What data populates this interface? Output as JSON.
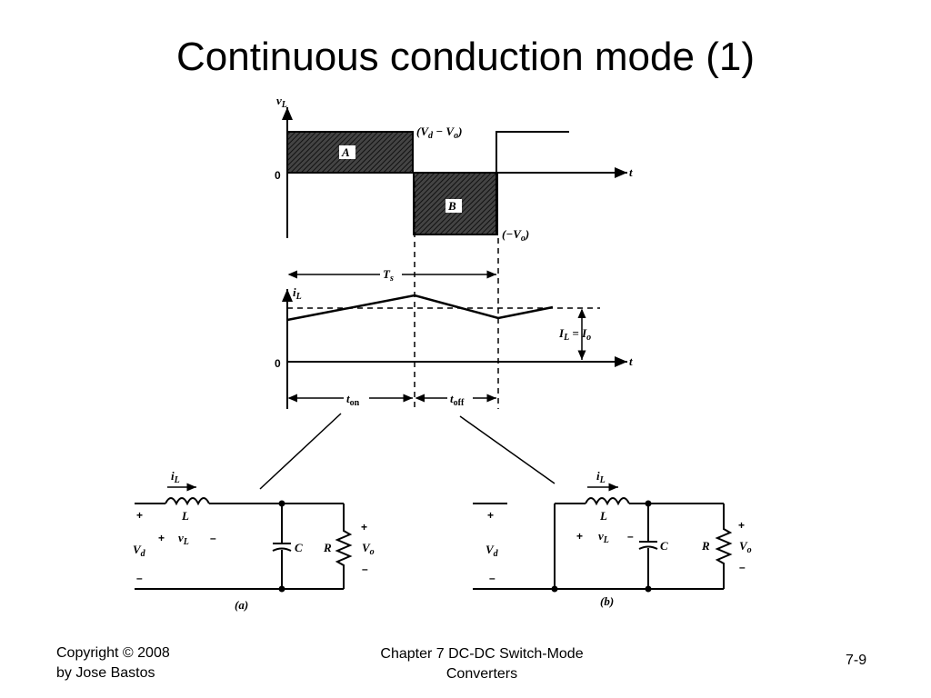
{
  "slide": {
    "title": "Continuous conduction mode (1)",
    "footer_left_line1": "Copyright © 2008",
    "footer_left_line2": "by Jose Bastos",
    "footer_center_line1": "Chapter 7 DC-DC Switch-Mode",
    "footer_center_line2": "Converters",
    "page_number": "7-9"
  },
  "diagram": {
    "vl_axis": "v",
    "vl_axis_sub": "L",
    "zero_top": "0",
    "t_top": "t",
    "area_a": "A",
    "area_b": "B",
    "vd_minus_vo": "(V",
    "vd_minus_vo_sub1": "d",
    "vd_minus_vo_mid": " − V",
    "vd_minus_vo_sub2": "o",
    "vd_minus_vo_end": ")",
    "minus_vo": "(−V",
    "minus_vo_sub": "o",
    "minus_vo_end": ")",
    "ts": "T",
    "ts_sub": "s",
    "il_axis": "i",
    "il_axis_sub": "L",
    "zero_bottom": "0",
    "t_bottom": "t",
    "il_eq": "I",
    "il_eq_sub1": "L",
    "il_eq_mid": " = I",
    "il_eq_sub2": "o",
    "ton": "t",
    "ton_sub": "on",
    "toff": "t",
    "toff_sub": "off",
    "circuit_a": {
      "il": "i",
      "il_sub": "L",
      "inductor": "L",
      "plus_left": "+",
      "vd": "V",
      "vd_sub": "d",
      "minus_left": "–",
      "vl_plus": "+",
      "vl": "v",
      "vl_sub": "L",
      "vl_minus": "–",
      "cap": "C",
      "res": "R",
      "vo_plus": "+",
      "vo": "V",
      "vo_sub": "o",
      "vo_minus": "–",
      "caption": "(a)"
    },
    "circuit_b": {
      "il": "i",
      "il_sub": "L",
      "inductor": "L",
      "plus_left": "+",
      "vd": "V",
      "vd_sub": "d",
      "minus_left": "–",
      "vl_plus": "+",
      "vl": "v",
      "vl_sub": "L",
      "vl_minus": "–",
      "cap": "C",
      "res": "R",
      "vo_plus": "+",
      "vo": "V",
      "vo_sub": "o",
      "vo_minus": "–",
      "caption": "(b)"
    }
  }
}
